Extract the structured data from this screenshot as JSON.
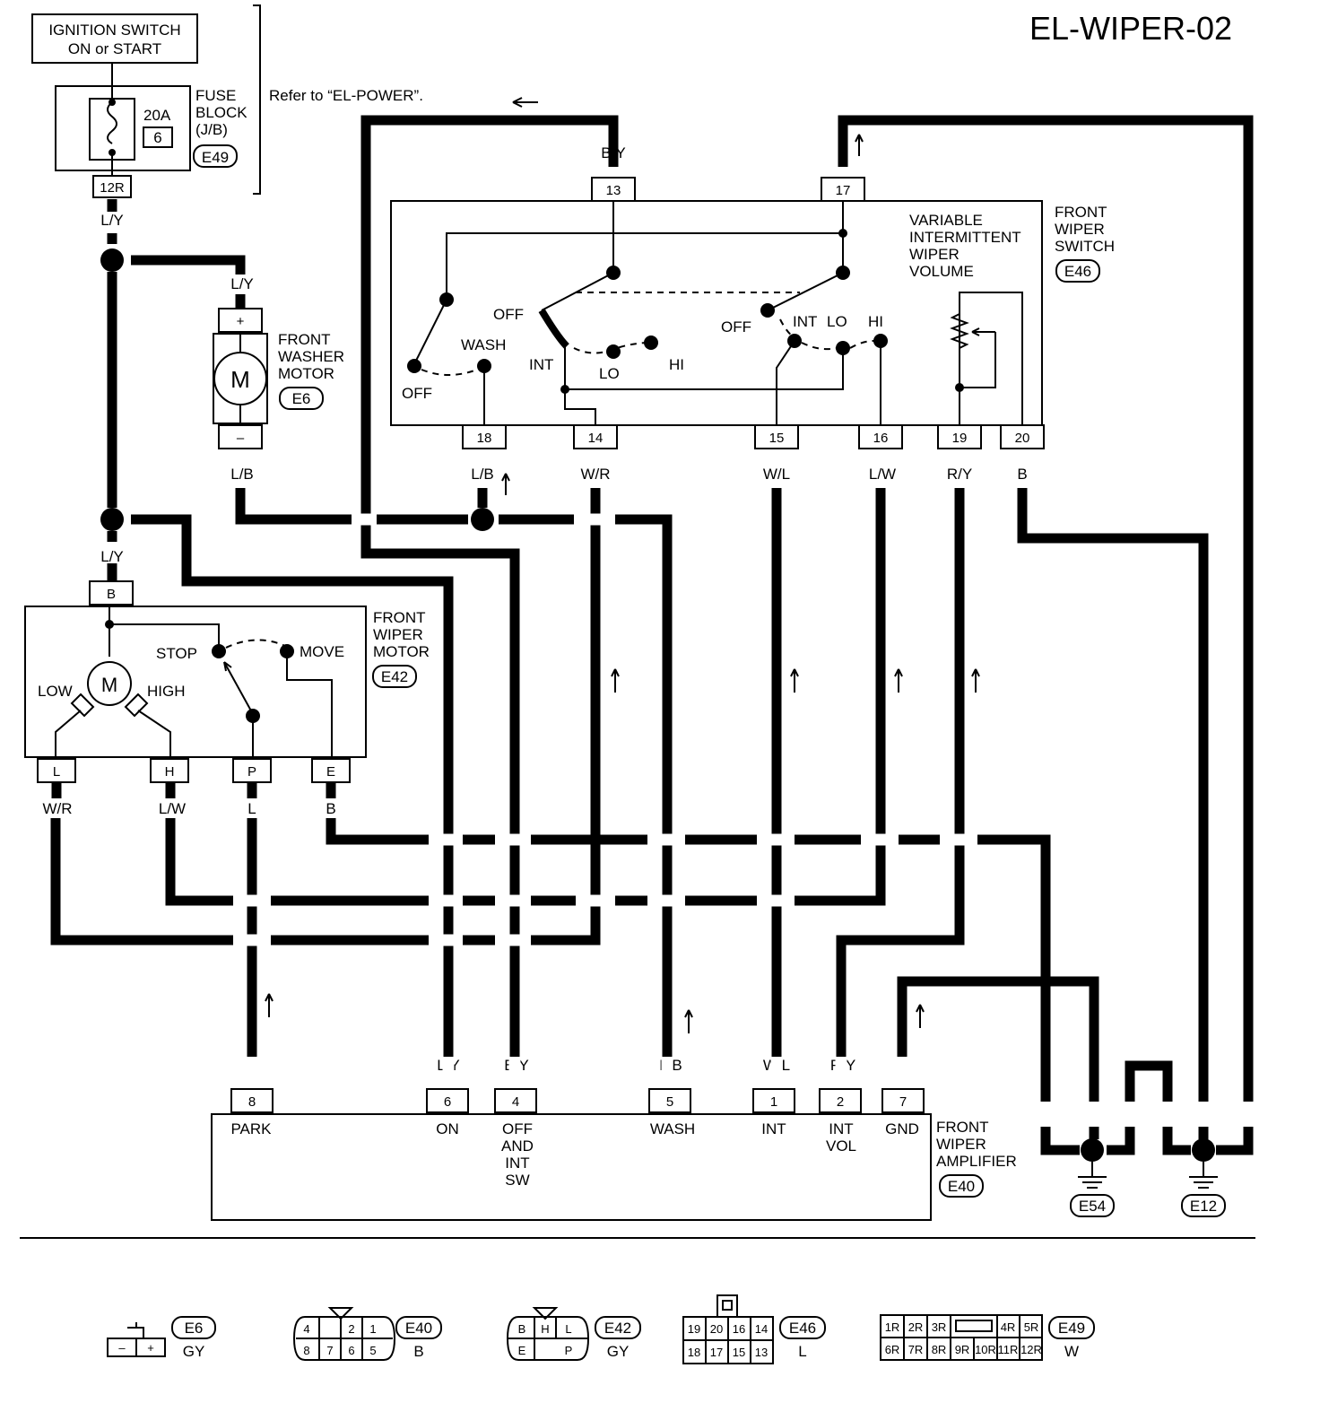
{
  "title": "EL-WIPER-02",
  "ignition": {
    "line1": "IGNITION SWITCH",
    "line2": "ON or START"
  },
  "fuse_block": {
    "amp": "20A",
    "num": "6",
    "l1": "FUSE",
    "l2": "BLOCK",
    "l3": "(J/B)",
    "conn": "E49",
    "pin": "12R",
    "ref": "Refer to “EL-POWER”."
  },
  "washer_motor": {
    "l1": "FRONT",
    "l2": "WASHER",
    "l3": "MOTOR",
    "conn": "E6",
    "plus": "+",
    "minus": "–",
    "m": "M"
  },
  "wiper_motor": {
    "l1": "FRONT",
    "l2": "WIPER",
    "l3": "MOTOR",
    "conn": "E42",
    "m": "M",
    "low": "LOW",
    "high": "HIGH",
    "stop": "STOP",
    "move": "MOVE",
    "pin_b": "B",
    "pin_l": "L",
    "pin_h": "H",
    "pin_p": "P",
    "pin_e": "E"
  },
  "wiper_switch": {
    "l1": "FRONT",
    "l2": "WIPER",
    "l3": "SWITCH",
    "conn": "E46",
    "vol1": "VARIABLE",
    "vol2": "INTERMITTENT",
    "vol3": "WIPER",
    "vol4": "VOLUME",
    "off": "OFF",
    "wash": "WASH",
    "int": "INT",
    "lo": "LO",
    "hi": "HI",
    "pins": [
      "13",
      "17",
      "18",
      "14",
      "15",
      "16",
      "19",
      "20"
    ]
  },
  "amplifier": {
    "l1": "FRONT",
    "l2": "WIPER",
    "l3": "AMPLIFIER",
    "conn": "E40",
    "pins": [
      "8",
      "6",
      "4",
      "5",
      "1",
      "2",
      "7"
    ],
    "park": "PARK",
    "on": "ON",
    "off1": "OFF",
    "off2": "AND",
    "off3": "INT",
    "off4": "SW",
    "wash": "WASH",
    "int": "INT",
    "intvol1": "INT",
    "intvol2": "VOL",
    "gnd": "GND"
  },
  "wires": {
    "ly": "L/Y",
    "lb": "L/B",
    "by": "B/Y",
    "b": "B",
    "wr": "W/R",
    "wl": "W/L",
    "lw": "L/W",
    "ry": "R/Y",
    "l": "L"
  },
  "grounds": [
    "E54",
    "E12"
  ],
  "legend": {
    "e6": {
      "id": "E6",
      "color": "GY",
      "pins": [
        "–",
        "+"
      ]
    },
    "e40": {
      "id": "E40",
      "color": "B",
      "pins": [
        "4",
        "2",
        "1",
        "8",
        "7",
        "6",
        "5"
      ]
    },
    "e42": {
      "id": "E42",
      "color": "GY",
      "pins": [
        "B",
        "H",
        "L",
        "E",
        "P"
      ]
    },
    "e46": {
      "id": "E46",
      "color": "L",
      "pins": [
        "19",
        "20",
        "16",
        "14",
        "18",
        "17",
        "15",
        "13"
      ]
    },
    "e49": {
      "id": "E49",
      "color": "W",
      "pins": [
        "1R",
        "2R",
        "3R",
        "4R",
        "5R",
        "6R",
        "7R",
        "8R",
        "9R",
        "10R",
        "11R",
        "12R"
      ]
    }
  }
}
